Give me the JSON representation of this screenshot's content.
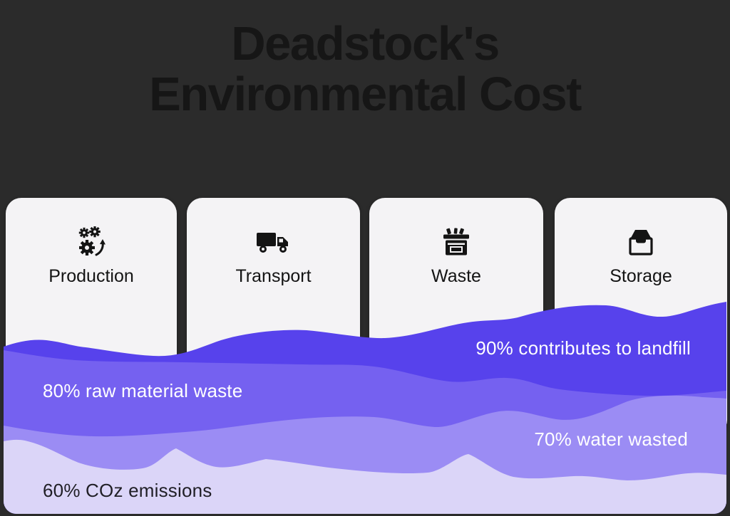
{
  "title": {
    "line1": "Deadstock's",
    "line2": "Environmental Cost"
  },
  "cards": [
    {
      "label": "Production",
      "icon": "gears-icon"
    },
    {
      "label": "Transport",
      "icon": "truck-icon"
    },
    {
      "label": "Waste",
      "icon": "dumpster-icon"
    },
    {
      "label": "Storage",
      "icon": "storage-box-icon"
    }
  ],
  "waves": [
    {
      "label": "90% contributes to landfill",
      "percent": 90,
      "color": "#5742ec",
      "text_color": "#ffffff",
      "align": "right"
    },
    {
      "label": "80% raw material waste",
      "percent": 80,
      "color": "#7561f0",
      "text_color": "#ffffff",
      "align": "left"
    },
    {
      "label": "70% water wasted",
      "percent": 70,
      "color": "#9b8cf4",
      "text_color": "#ffffff",
      "align": "right"
    },
    {
      "label": "60% COz emissions",
      "percent": 60,
      "color": "#dbd5f8",
      "text_color": "#201f26",
      "align": "left"
    }
  ],
  "colors": {
    "background": "#2b2b2b",
    "card_background": "#f4f3f5",
    "title_text": "#161616",
    "icon_color": "#141414"
  },
  "chart_data": {
    "type": "area",
    "title": "Deadstock's Environmental Cost",
    "categories": [
      "Production",
      "Transport",
      "Waste",
      "Storage"
    ],
    "series": [
      {
        "name": "contributes to landfill",
        "value": 90
      },
      {
        "name": "raw material waste",
        "value": 80
      },
      {
        "name": "water wasted",
        "value": 70
      },
      {
        "name": "COz emissions",
        "value": 60
      }
    ],
    "ylim": [
      0,
      100
    ],
    "grid": false,
    "legend_position": "none"
  }
}
